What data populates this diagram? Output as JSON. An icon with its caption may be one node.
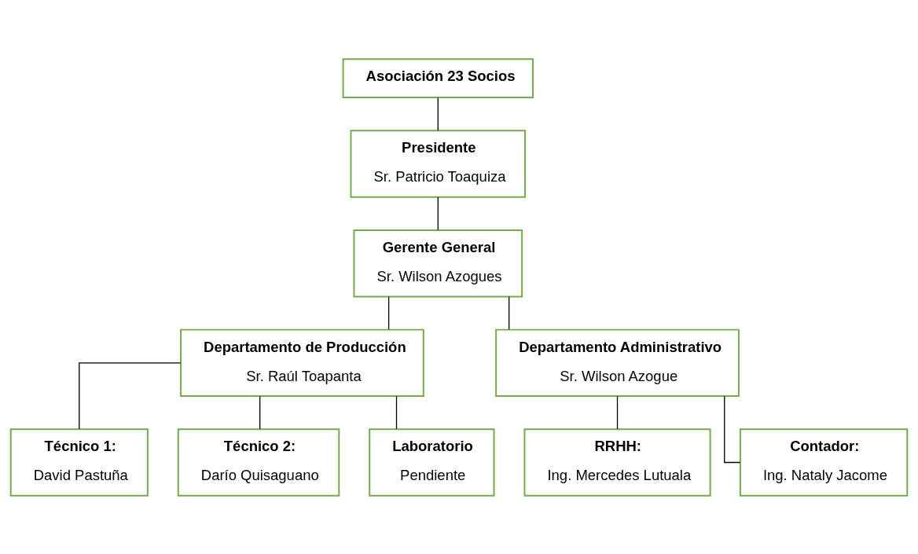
{
  "diagram": {
    "nodes": [
      {
        "text": [
          "Asociación 23 Socios"
        ]
      },
      {
        "text": [
          "Presidente",
          "Sr. Patricio Toaquiza"
        ]
      },
      {
        "text": [
          "Gerente General",
          "Sr. Wilson Azogues"
        ]
      },
      {
        "text": [
          "Departamento de Producción",
          "Sr. Raúl Toapanta"
        ]
      },
      {
        "text": [
          "Departamento Administrativo",
          "Sr. Wilson Azogue"
        ]
      },
      {
        "text": [
          "Técnico 1:",
          "David Pastuña"
        ]
      },
      {
        "text": [
          "Técnico 2:",
          "Darío Quisaguano"
        ]
      },
      {
        "text": [
          "Laboratorio",
          "Pendiente"
        ]
      },
      {
        "text": [
          "RRHH:",
          "Ing. Mercedes Lutuala"
        ]
      },
      {
        "text": [
          "Contador:",
          "Ing. Nataly Jacome"
        ]
      }
    ],
    "edges": [
      {
        "from": 0,
        "to": 1,
        "arrow": "none"
      },
      {
        "from": 1,
        "to": 2,
        "arrow": "none"
      },
      {
        "from": 2,
        "to": 3,
        "arrow": "none"
      },
      {
        "from": 2,
        "to": 4,
        "arrow": "none"
      },
      {
        "from": 3,
        "to": 5,
        "arrow": "none"
      },
      {
        "from": 3,
        "to": 6,
        "arrow": "none"
      },
      {
        "from": 3,
        "to": 7,
        "arrow": "none"
      },
      {
        "from": 4,
        "to": 8,
        "arrow": "none"
      },
      {
        "from": 4,
        "to": 9,
        "arrow": "none"
      }
    ]
  }
}
